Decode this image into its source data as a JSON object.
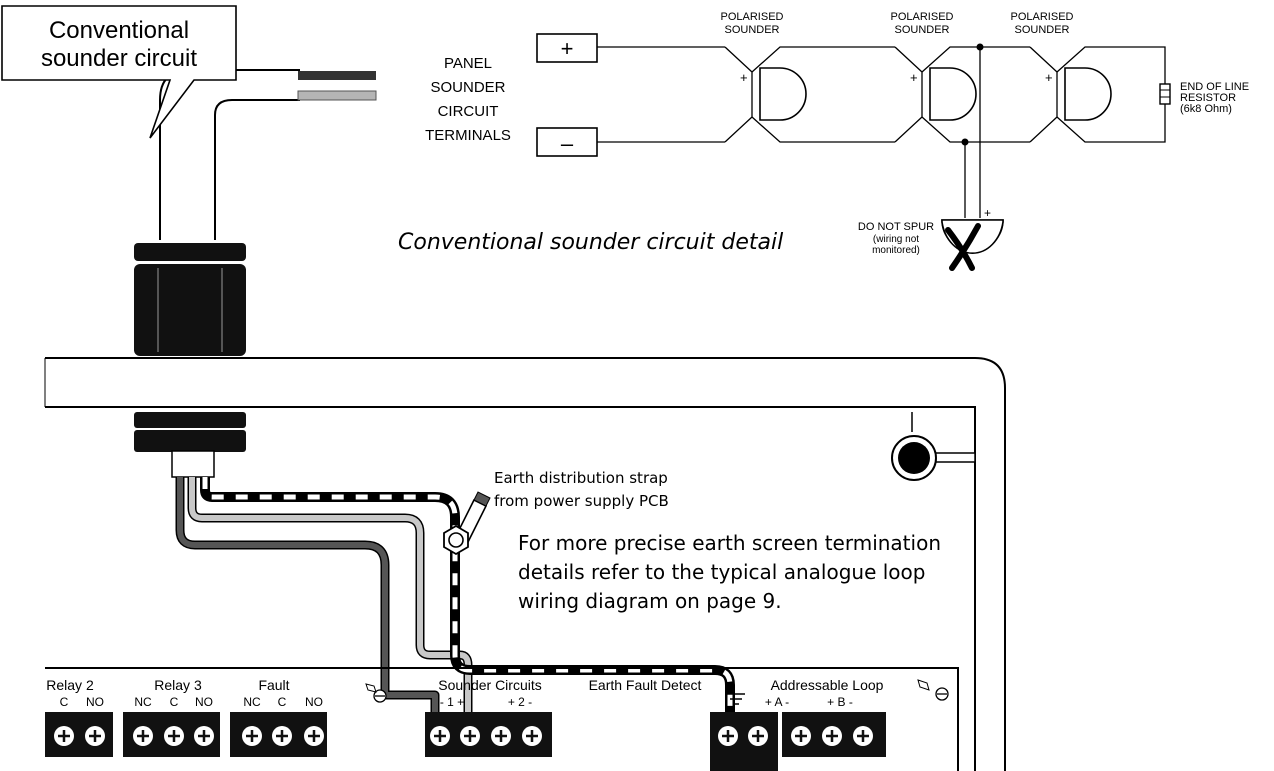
{
  "callout": {
    "line1": "Conventional",
    "line2": "sounder circuit"
  },
  "panel_terminals": {
    "plus_label": "+",
    "minus_label": "–",
    "lines": [
      "PANEL",
      "SOUNDER",
      "CIRCUIT",
      "TERMINALS"
    ]
  },
  "sounders": [
    {
      "line1": "POLARISED",
      "line2": "SOUNDER",
      "plus": "+"
    },
    {
      "line1": "POLARISED",
      "line2": "SOUNDER",
      "plus": "+"
    },
    {
      "line1": "POLARISED",
      "line2": "SOUNDER",
      "plus": "+"
    }
  ],
  "eol_resistor": {
    "lines": [
      "END OF LINE",
      "RESISTOR",
      "(6k8 Ohm)"
    ]
  },
  "spur": {
    "line1": "DO NOT SPUR",
    "line2": "(wiring not",
    "line3": "monitored)",
    "plus": "+"
  },
  "detail_caption": "Conventional sounder circuit detail",
  "earth_strap": {
    "line1": "Earth distribution strap",
    "line2": "from power supply PCB"
  },
  "note": {
    "line1": "For more precise earth screen termination",
    "line2": "details refer to the typical analogue loop",
    "line3": "wiring diagram on page 9."
  },
  "terminal_groups": [
    {
      "title": "Relay 2",
      "pins": [
        "C",
        "NO"
      ]
    },
    {
      "title": "Relay 3",
      "pins": [
        "NC",
        "C",
        "NO"
      ]
    },
    {
      "title": "Fault",
      "pins": [
        "NC",
        "C",
        "NO"
      ]
    },
    {
      "title": "Sounder Circuits",
      "pins": [
        "- 1 +",
        "+ 2 -"
      ]
    },
    {
      "title": "Earth Fault Detect",
      "pins": []
    },
    {
      "title": "Addressable Loop",
      "pins": [
        "+ A -",
        "+ B -"
      ]
    }
  ]
}
